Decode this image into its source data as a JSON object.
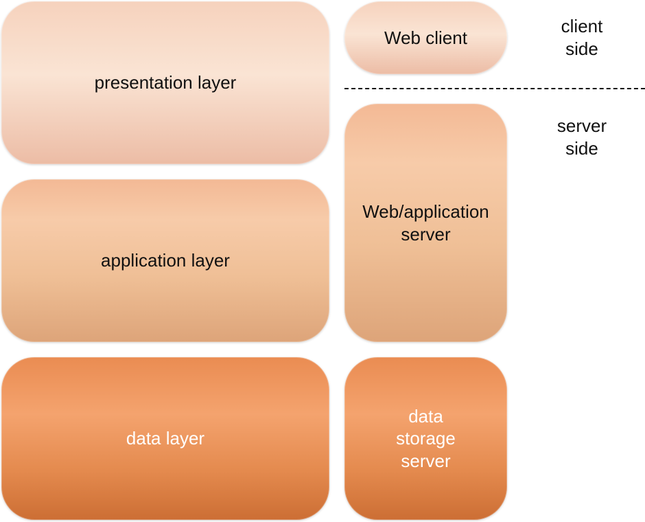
{
  "layers": {
    "presentation": "presentation layer",
    "application": "application layer",
    "data": "data layer"
  },
  "tiers": {
    "web_client": "Web client",
    "web_app_server": [
      "Web/application",
      "server"
    ],
    "data_storage_server": [
      "data",
      "storage",
      "server"
    ]
  },
  "sides": {
    "client": [
      "client",
      "side"
    ],
    "server": [
      "server",
      "side"
    ]
  },
  "colors": {
    "light_fill": "#f8dcc9",
    "mid_fill": "#f1c09c",
    "dark_fill": "#e98d52",
    "divider": "#111111"
  }
}
